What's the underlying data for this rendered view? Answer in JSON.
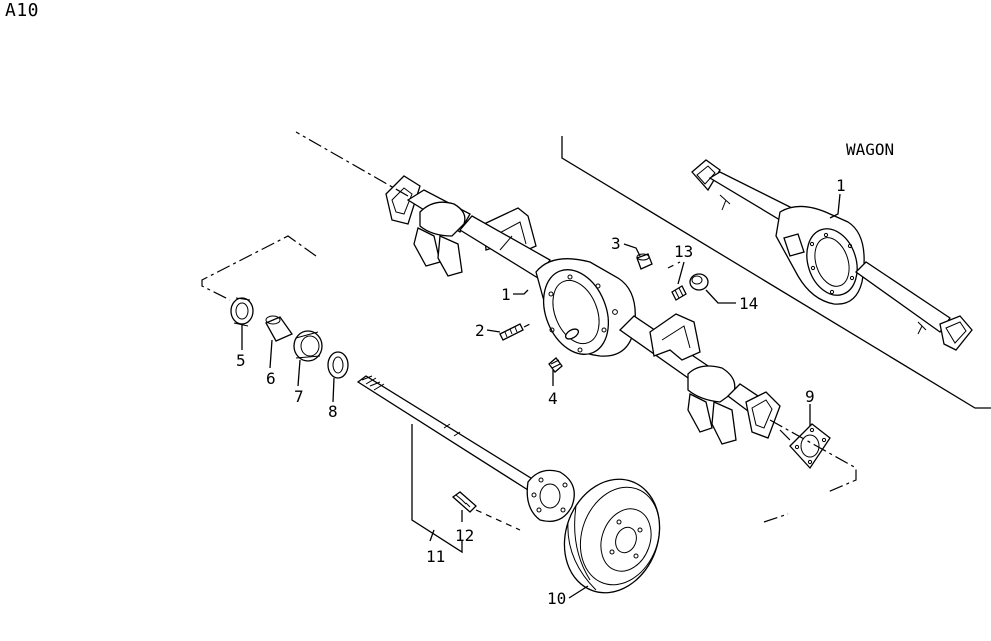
{
  "page_code": "A10",
  "variant_label": "WAGON",
  "callouts": [
    {
      "id": "1",
      "text": "1"
    },
    {
      "id": "1-wagon",
      "text": "1"
    },
    {
      "id": "2",
      "text": "2"
    },
    {
      "id": "3",
      "text": "3"
    },
    {
      "id": "4",
      "text": "4"
    },
    {
      "id": "5",
      "text": "5"
    },
    {
      "id": "6",
      "text": "6"
    },
    {
      "id": "7",
      "text": "7"
    },
    {
      "id": "8",
      "text": "8"
    },
    {
      "id": "9",
      "text": "9"
    },
    {
      "id": "10",
      "text": "10"
    },
    {
      "id": "11",
      "text": "11"
    },
    {
      "id": "12",
      "text": "12"
    },
    {
      "id": "13",
      "text": "13"
    },
    {
      "id": "14",
      "text": "14"
    }
  ]
}
